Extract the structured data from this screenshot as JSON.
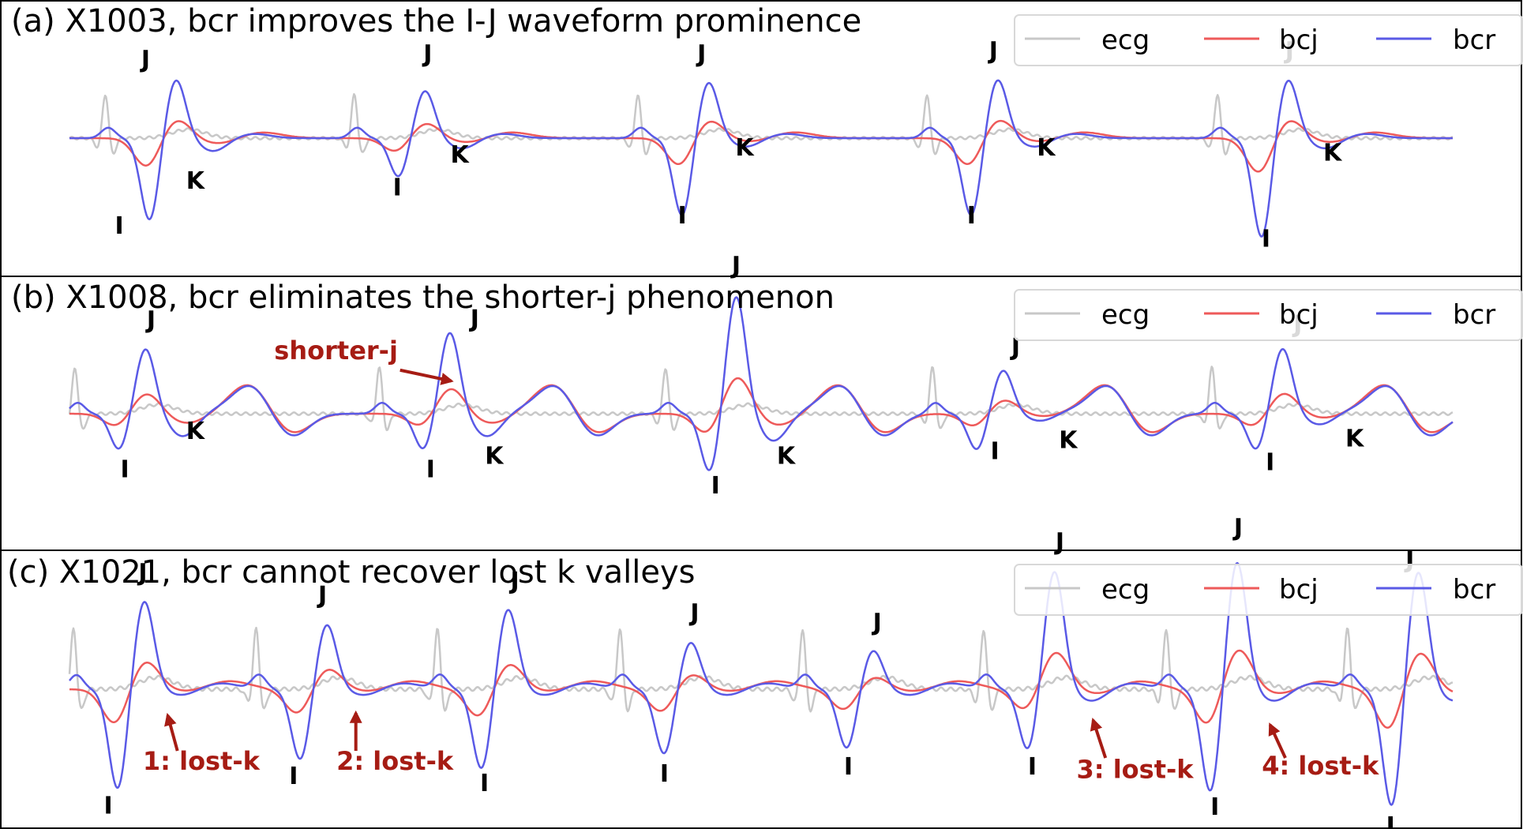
{
  "chart_data": [
    {
      "type": "line",
      "title": "(a) X1003, bcr improves the I-J waveform prominence",
      "legend": [
        "ecg",
        "bcj",
        "bcr"
      ],
      "legend_position": "top-right",
      "colors": {
        "ecg": "#c8c8c8",
        "bcj": "#ee5a5a",
        "bcr": "#5a5ae6"
      },
      "beats": [
        {
          "pos": 0.058,
          "i": -0.95,
          "j": 0.68,
          "k": -0.15,
          "ks": "K"
        },
        {
          "pos": 0.238,
          "i": -0.45,
          "j": 0.55,
          "k": -0.12,
          "ks": "K"
        },
        {
          "pos": 0.443,
          "i": -0.9,
          "j": 0.65,
          "k": -0.1,
          "ks": "K"
        },
        {
          "pos": 0.652,
          "i": -0.9,
          "j": 0.68,
          "k": -0.1,
          "ks": "K"
        },
        {
          "pos": 0.862,
          "i": -1.15,
          "j": 0.68,
          "k": -0.12,
          "ks": "K"
        }
      ],
      "labels": [
        {
          "text": "J",
          "x": 0.055,
          "y": 0.82
        },
        {
          "text": "K",
          "x": 0.091,
          "y": -0.58
        },
        {
          "text": "I",
          "x": 0.036,
          "y": -1.1
        },
        {
          "text": "J",
          "x": 0.259,
          "y": 0.88
        },
        {
          "text": "I",
          "x": 0.237,
          "y": -0.66
        },
        {
          "text": "K",
          "x": 0.282,
          "y": -0.28
        },
        {
          "text": "J",
          "x": 0.457,
          "y": 0.88
        },
        {
          "text": "K",
          "x": 0.488,
          "y": -0.2
        },
        {
          "text": "I",
          "x": 0.443,
          "y": -0.98
        },
        {
          "text": "J",
          "x": 0.668,
          "y": 0.92
        },
        {
          "text": "K",
          "x": 0.706,
          "y": -0.2
        },
        {
          "text": "I",
          "x": 0.652,
          "y": -0.98
        },
        {
          "text": "J",
          "x": 0.882,
          "y": 0.92
        },
        {
          "text": "K",
          "x": 0.913,
          "y": -0.26
        },
        {
          "text": "I",
          "x": 0.865,
          "y": -1.25
        }
      ],
      "annotations": [],
      "extras": {
        "b_offset": 0
      }
    },
    {
      "type": "line",
      "title": "(b) X1008, bcr eliminates the shorter-j phenomenon",
      "legend": [
        "ecg",
        "bcj",
        "bcr"
      ],
      "legend_position": "top-right",
      "colors": {
        "ecg": "#c8c8c8",
        "bcj": "#ee5a5a",
        "bcr": "#5a5ae6"
      },
      "beats": [
        {
          "pos": 0.036,
          "i": -0.4,
          "j": 0.72,
          "k": -0.25,
          "ks": "K"
        },
        {
          "pos": 0.256,
          "i": -0.4,
          "j": 0.9,
          "k": -0.25,
          "ks": "K"
        },
        {
          "pos": 0.463,
          "i": -0.65,
          "j": 1.3,
          "k": -0.3,
          "ks": "K"
        },
        {
          "pos": 0.656,
          "i": -0.4,
          "j": 0.48,
          "k": -0.08,
          "ks": "K"
        },
        {
          "pos": 0.858,
          "i": -0.4,
          "j": 0.72,
          "k": -0.12,
          "ks": "K"
        }
      ],
      "labels": [
        {
          "text": "J",
          "x": 0.059,
          "y": 0.95
        },
        {
          "text": "K",
          "x": 0.091,
          "y": -0.28
        },
        {
          "text": "I",
          "x": 0.04,
          "y": -0.7
        },
        {
          "text": "J",
          "x": 0.293,
          "y": 0.96
        },
        {
          "text": "I",
          "x": 0.261,
          "y": -0.7
        },
        {
          "text": "K",
          "x": 0.307,
          "y": -0.55
        },
        {
          "text": "J",
          "x": 0.482,
          "y": 1.55
        },
        {
          "text": "K",
          "x": 0.518,
          "y": -0.55
        },
        {
          "text": "I",
          "x": 0.467,
          "y": -0.88
        },
        {
          "text": "J",
          "x": 0.684,
          "y": 0.65
        },
        {
          "text": "I",
          "x": 0.669,
          "y": -0.5
        },
        {
          "text": "K",
          "x": 0.722,
          "y": -0.38
        },
        {
          "text": "J",
          "x": 0.888,
          "y": 0.9
        },
        {
          "text": "I",
          "x": 0.868,
          "y": -0.62
        },
        {
          "text": "K",
          "x": 0.929,
          "y": -0.36
        }
      ],
      "annotations": [
        {
          "text": "shorter-j",
          "x": 0.148,
          "y": 0.6
        }
      ],
      "extras": {
        "b_offset": 0.095,
        "arrow": {
          "x1": 0.239,
          "y1": 0.48,
          "x2": 0.276,
          "y2": 0.36
        }
      }
    },
    {
      "type": "line",
      "title": "(c) X1021, bcr cannot recover lost k valleys",
      "legend": [
        "ecg",
        "bcj",
        "bcr"
      ],
      "legend_position": "top-right",
      "colors": {
        "ecg": "#c8c8c8",
        "bcj": "#ee5a5a",
        "bcr": "#5a5ae6"
      },
      "beats": [
        {
          "pos": 0.035,
          "i": -0.85,
          "j": 0.75,
          "k": -0.05,
          "ks": ""
        },
        {
          "pos": 0.167,
          "i": -0.6,
          "j": 0.55,
          "k": -0.05,
          "ks": ""
        },
        {
          "pos": 0.298,
          "i": -0.68,
          "j": 0.68,
          "k": -0.05,
          "ks": ""
        },
        {
          "pos": 0.43,
          "i": -0.55,
          "j": 0.4,
          "k": -0.05,
          "ks": ""
        },
        {
          "pos": 0.562,
          "i": -0.5,
          "j": 0.33,
          "k": -0.05,
          "ks": ""
        },
        {
          "pos": 0.693,
          "i": -0.52,
          "j": 1.0,
          "k": -0.1,
          "ks": ""
        },
        {
          "pos": 0.825,
          "i": -0.88,
          "j": 1.08,
          "k": -0.1,
          "ks": ""
        },
        {
          "pos": 0.956,
          "i": -1.0,
          "j": 1.0,
          "k": -0.1,
          "ks": ""
        }
      ],
      "labels": [
        {
          "text": "J",
          "x": 0.053,
          "y": 0.92
        },
        {
          "text": "I",
          "x": 0.028,
          "y": -1.05
        },
        {
          "text": "J",
          "x": 0.183,
          "y": 0.73
        },
        {
          "text": "I",
          "x": 0.162,
          "y": -0.8
        },
        {
          "text": "J",
          "x": 0.322,
          "y": 0.85
        },
        {
          "text": "I",
          "x": 0.3,
          "y": -0.86
        },
        {
          "text": "J",
          "x": 0.452,
          "y": 0.58
        },
        {
          "text": "I",
          "x": 0.43,
          "y": -0.78
        },
        {
          "text": "J",
          "x": 0.584,
          "y": 0.5
        },
        {
          "text": "I",
          "x": 0.563,
          "y": -0.72
        },
        {
          "text": "J",
          "x": 0.716,
          "y": 1.18
        },
        {
          "text": "I",
          "x": 0.696,
          "y": -0.72
        },
        {
          "text": "J",
          "x": 0.845,
          "y": 1.3
        },
        {
          "text": "I",
          "x": 0.828,
          "y": -1.06
        },
        {
          "text": "J",
          "x": 0.969,
          "y": 1.03
        },
        {
          "text": "I",
          "x": 0.955,
          "y": -1.22
        }
      ],
      "annotations": [
        {
          "text": "1: lost-k",
          "x": 0.053,
          "y": -0.68
        },
        {
          "text": "2: lost-k",
          "x": 0.193,
          "y": -0.68
        },
        {
          "text": "3: lost-k",
          "x": 0.728,
          "y": -0.75
        },
        {
          "text": "4: lost-k",
          "x": 0.862,
          "y": -0.72
        }
      ],
      "extras": {
        "b_offset": 0,
        "arrows": [
          {
            "x1": 0.078,
            "y1": -0.52,
            "x2": 0.071,
            "y2": -0.22
          },
          {
            "x1": 0.207,
            "y1": -0.52,
            "x2": 0.207,
            "y2": -0.2
          },
          {
            "x1": 0.749,
            "y1": -0.58,
            "x2": 0.74,
            "y2": -0.26
          },
          {
            "x1": 0.879,
            "y1": -0.58,
            "x2": 0.868,
            "y2": -0.3
          }
        ]
      }
    }
  ]
}
